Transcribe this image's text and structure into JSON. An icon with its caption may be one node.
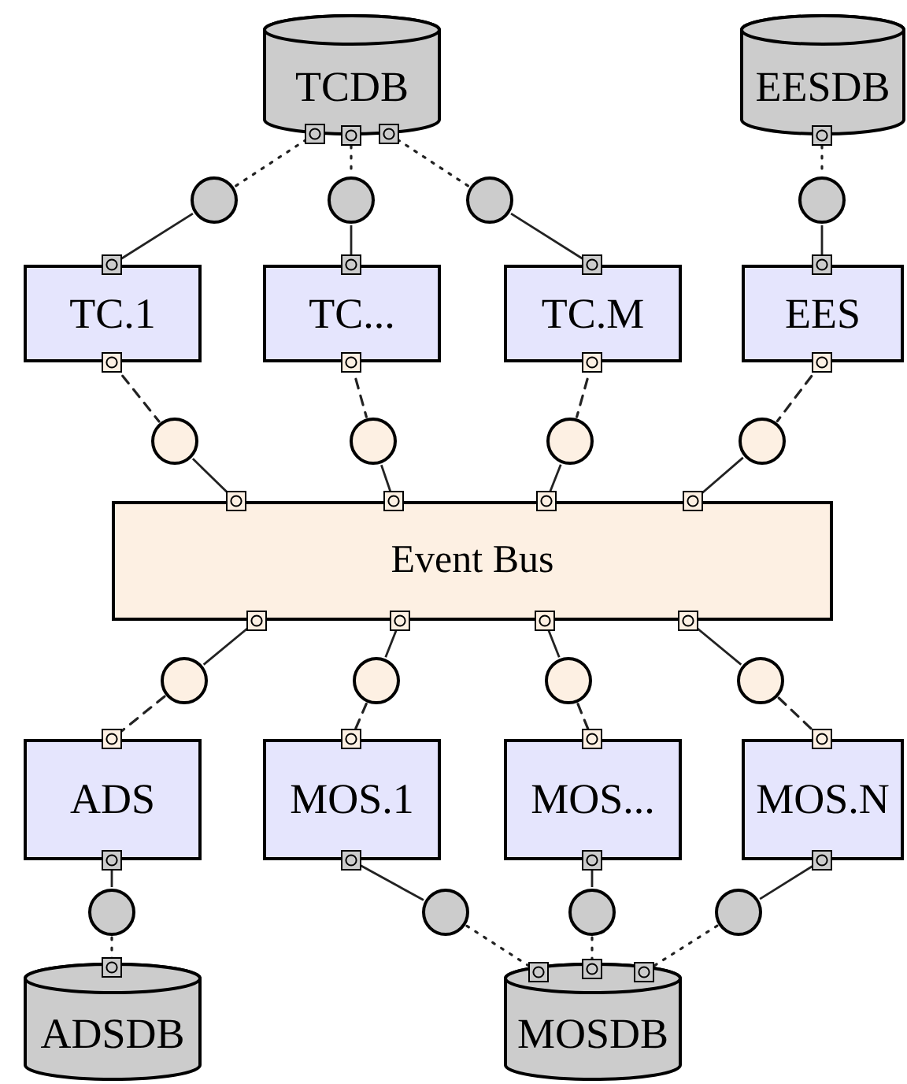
{
  "diagram": {
    "nodes": [
      {
        "text": [
          "TCDB"
        ]
      },
      {
        "text": [
          "EESDB"
        ]
      },
      {
        "text": [],
        "shape": "circle"
      },
      {
        "text": [],
        "shape": "circle"
      },
      {
        "text": [],
        "shape": "circle"
      },
      {
        "text": [],
        "shape": "circle"
      },
      {
        "text": [
          "TC.1"
        ]
      },
      {
        "text": [
          "TC..."
        ]
      },
      {
        "text": [
          "TC.M"
        ]
      },
      {
        "text": [
          "EES"
        ]
      },
      {
        "text": [],
        "shape": "circle"
      },
      {
        "text": [],
        "shape": "circle"
      },
      {
        "text": [],
        "shape": "circle"
      },
      {
        "text": [],
        "shape": "circle"
      },
      {
        "text": [
          "Event Bus"
        ]
      },
      {
        "text": [],
        "shape": "circle"
      },
      {
        "text": [],
        "shape": "circle"
      },
      {
        "text": [],
        "shape": "circle"
      },
      {
        "text": [],
        "shape": "circle"
      },
      {
        "text": [
          "ADS"
        ]
      },
      {
        "text": [
          "MOS.1"
        ]
      },
      {
        "text": [
          "MOS..."
        ]
      },
      {
        "text": [
          "MOS.N"
        ]
      },
      {
        "text": [],
        "shape": "circle"
      },
      {
        "text": [],
        "shape": "circle"
      },
      {
        "text": [],
        "shape": "circle"
      },
      {
        "text": [],
        "shape": "circle"
      },
      {
        "text": [
          "ADSDB"
        ]
      },
      {
        "text": [
          "MOSDB"
        ]
      }
    ],
    "edges": [
      {
        "from": 0,
        "to": 2,
        "arrow": "none",
        "style": "dashed"
      },
      {
        "from": 0,
        "to": 3,
        "arrow": "none",
        "style": "dashed"
      },
      {
        "from": 0,
        "to": 4,
        "arrow": "none",
        "style": "dashed"
      },
      {
        "from": 1,
        "to": 5,
        "arrow": "none",
        "style": "dashed"
      },
      {
        "from": 2,
        "to": 6,
        "arrow": "none"
      },
      {
        "from": 3,
        "to": 7,
        "arrow": "none"
      },
      {
        "from": 4,
        "to": 8,
        "arrow": "none"
      },
      {
        "from": 5,
        "to": 9,
        "arrow": "none"
      },
      {
        "from": 6,
        "to": 10,
        "arrow": "none",
        "style": "dashed"
      },
      {
        "from": 7,
        "to": 11,
        "arrow": "none",
        "style": "dashed"
      },
      {
        "from": 8,
        "to": 12,
        "arrow": "none",
        "style": "dashed"
      },
      {
        "from": 9,
        "to": 13,
        "arrow": "none",
        "style": "dashed"
      },
      {
        "from": 10,
        "to": 14,
        "arrow": "none"
      },
      {
        "from": 11,
        "to": 14,
        "arrow": "none"
      },
      {
        "from": 12,
        "to": 14,
        "arrow": "none"
      },
      {
        "from": 13,
        "to": 14,
        "arrow": "none"
      },
      {
        "from": 14,
        "to": 15,
        "arrow": "none"
      },
      {
        "from": 14,
        "to": 16,
        "arrow": "none"
      },
      {
        "from": 14,
        "to": 17,
        "arrow": "none"
      },
      {
        "from": 14,
        "to": 18,
        "arrow": "none"
      },
      {
        "from": 15,
        "to": 19,
        "arrow": "none",
        "style": "dashed"
      },
      {
        "from": 16,
        "to": 20,
        "arrow": "none",
        "style": "dashed"
      },
      {
        "from": 17,
        "to": 21,
        "arrow": "none",
        "style": "dashed"
      },
      {
        "from": 18,
        "to": 22,
        "arrow": "none",
        "style": "dashed"
      },
      {
        "from": 19,
        "to": 23,
        "arrow": "none"
      },
      {
        "from": 20,
        "to": 24,
        "arrow": "none"
      },
      {
        "from": 21,
        "to": 25,
        "arrow": "none"
      },
      {
        "from": 22,
        "to": 26,
        "arrow": "none"
      },
      {
        "from": 23,
        "to": 27,
        "arrow": "none",
        "style": "dashed"
      },
      {
        "from": 24,
        "to": 28,
        "arrow": "none",
        "style": "dashed"
      },
      {
        "from": 25,
        "to": 28,
        "arrow": "none",
        "style": "dashed"
      },
      {
        "from": 26,
        "to": 28,
        "arrow": "none",
        "style": "dashed"
      }
    ]
  }
}
